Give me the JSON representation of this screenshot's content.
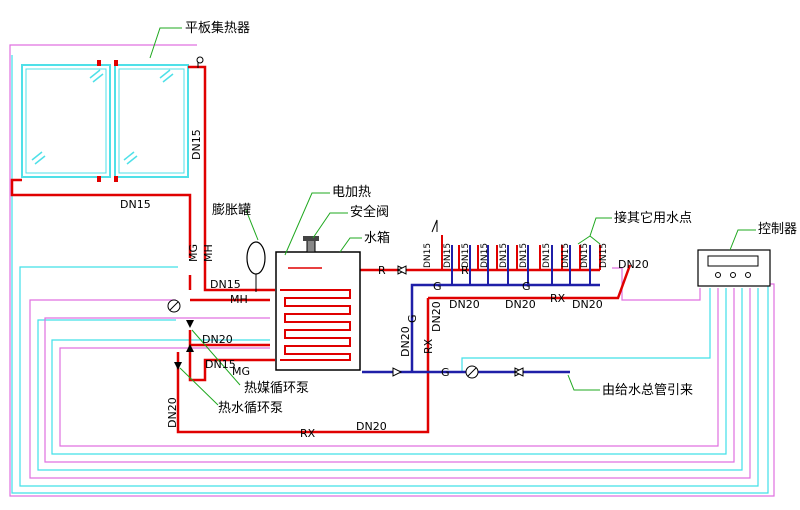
{
  "colors": {
    "hot_pipe": "#e00000",
    "cold_pipe": "#1f1fa8",
    "signal_pink": "#e070e0",
    "signal_cyan": "#40e0e8",
    "panel_cyan": "#4fe0e8",
    "tank_coil": "#e00000",
    "callout": "#1fa81f"
  },
  "labels": {
    "collector": "平板集热器",
    "heater": "电加热",
    "safety_valve": "安全阀",
    "expansion_tank": "膨胀罐",
    "water_tank": "水箱",
    "other_points": "接其它用水点",
    "controller": "控制器",
    "solar_pump": "热媒循环泵",
    "hot_pump": "热水循环泵",
    "supply_main": "由给水总管引来"
  },
  "pipe_text": {
    "dn15_collector_bottom": "DN15",
    "dn15_collector_riser": "DN15",
    "mg1": "MG",
    "mh1": "MH",
    "dn15_mh": "DN15",
    "mh2": "MH",
    "dn20_left": "DN20",
    "dn15_mg": "DN15",
    "mg2": "MG",
    "r_tank": "R",
    "r_branch": "R",
    "g_branch1": "G",
    "g_branch2": "G",
    "dn20_a": "DN20",
    "dn20_b": "DN20",
    "dn20_c": "DN20",
    "rx_branch": "RX",
    "g_vertical": "G",
    "dn20_vert": "DN20",
    "dn20_vert2": "DN20",
    "rx_vertical": "RX",
    "g_supply": "G",
    "rx_bottom": "RX",
    "dn20_bottom": "DN20",
    "dn20_leftv": "DN20",
    "dn20_end": "DN20",
    "dn15_b1": "DN15",
    "dn15_b2": "DN15",
    "dn15_b3": "DN15",
    "dn15_b4": "DN15",
    "dn15_b5": "DN15",
    "dn15_b6": "DN15",
    "dn15_b7": "DN15",
    "dn15_b8": "DN15",
    "dn15_b9": "DN15",
    "dn15_b10": "DN15"
  }
}
